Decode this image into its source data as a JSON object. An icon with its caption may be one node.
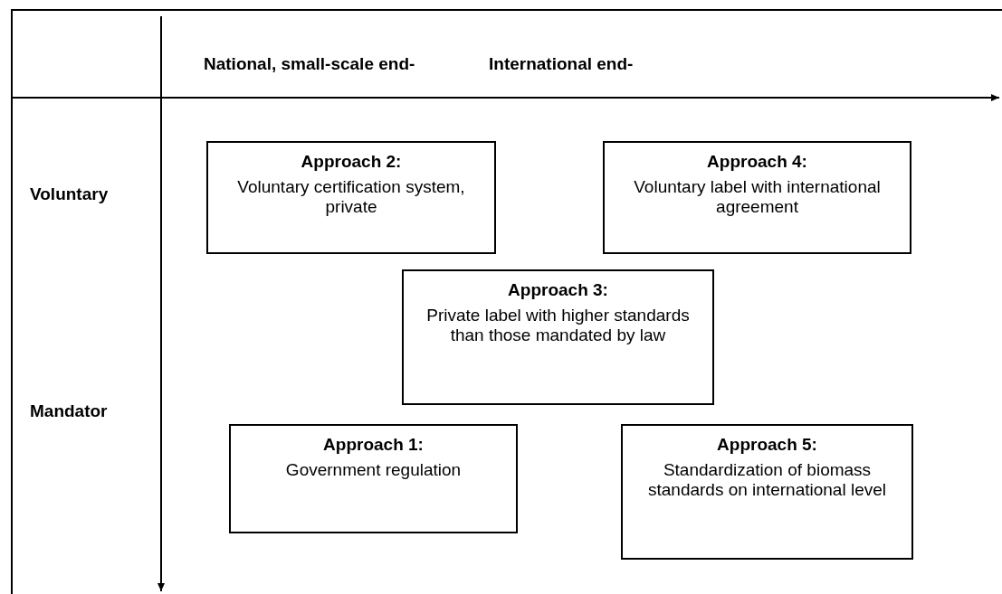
{
  "diagram": {
    "nodes": [
      {
        "text": [
          "Approach 2:",
          "Voluntary certification system, private"
        ]
      },
      {
        "text": [
          "Approach 4:",
          "Voluntary label with international agreement"
        ]
      },
      {
        "text": [
          "Approach 3:",
          "Private label with higher standards than those mandated by law"
        ]
      },
      {
        "text": [
          "Approach 1:",
          "Government regulation"
        ]
      },
      {
        "text": [
          "Approach 5:",
          "Standardization of biomass standards on international level"
        ]
      }
    ],
    "labels": [
      "National, small-scale end-",
      "International end-",
      "Voluntary",
      "Mandator"
    ]
  }
}
